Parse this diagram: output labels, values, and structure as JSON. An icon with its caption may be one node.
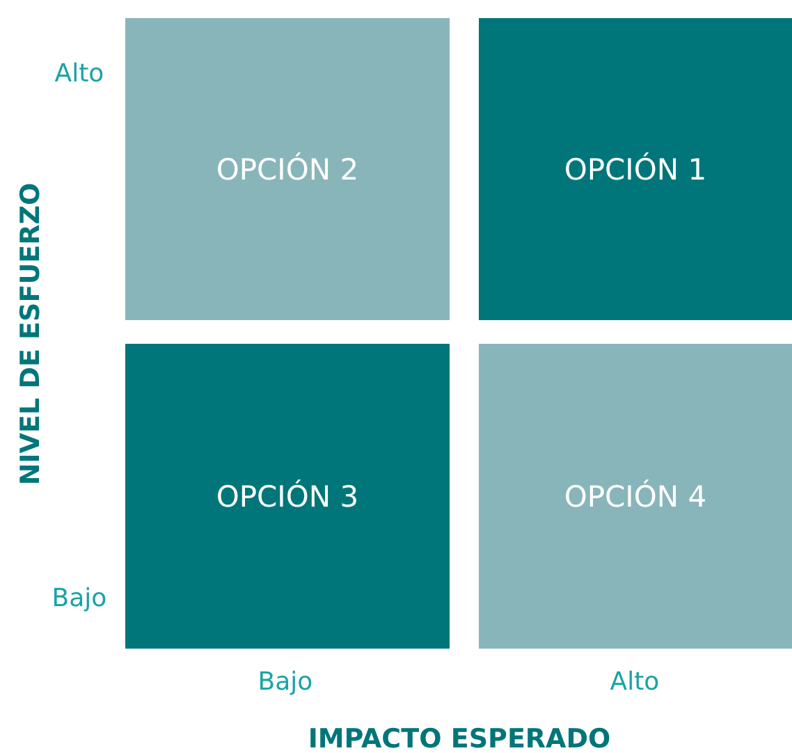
{
  "diagram": {
    "nodes": [
      {
        "text": [
          "OPCIÓN 2"
        ]
      },
      {
        "text": [
          "OPCIÓN 1"
        ]
      },
      {
        "text": [
          "OPCIÓN 3"
        ]
      },
      {
        "text": [
          "OPCIÓN 4"
        ]
      }
    ],
    "labels": [
      "Alto",
      "NIVEL DE ESFUERZO",
      "Bajo",
      "Bajo",
      "Alto",
      "IMPACTO ESPERADO"
    ]
  }
}
